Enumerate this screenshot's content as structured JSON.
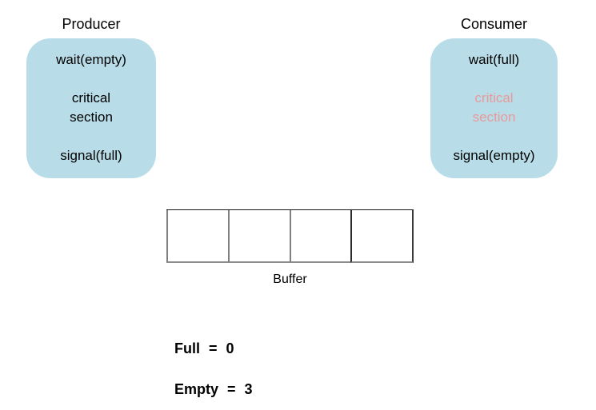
{
  "producer": {
    "title": "Producer",
    "steps": [
      "wait(empty)",
      "critical\nsection",
      "signal(full)"
    ]
  },
  "consumer": {
    "title": "Consumer",
    "steps": [
      "wait(full)",
      "critical\nsection",
      "signal(empty)"
    ]
  },
  "buffer": {
    "label": "Buffer",
    "cells": [
      "",
      "",
      "",
      ""
    ]
  },
  "counters": {
    "full_text": "Full = 0",
    "empty_text": "Empty = 3"
  },
  "colors": {
    "box_fill": "#b8dde8",
    "consumer_critical_text": "#e89a9a",
    "text": "#000000"
  }
}
